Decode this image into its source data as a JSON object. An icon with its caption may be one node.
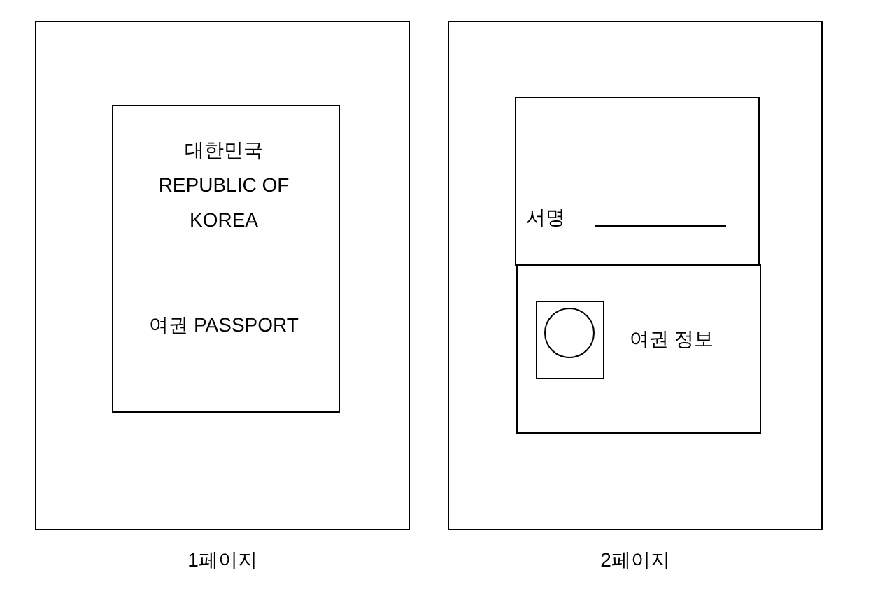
{
  "diagram": {
    "nodes": [
      {
        "text": [],
        "shape": "box",
        "beside": [
          "1페이지"
        ]
      },
      {
        "text": [
          "대한민국 REPUBLIC OF KOREA",
          "여권 PASSPORT"
        ],
        "in": 0
      },
      {
        "text": [],
        "shape": "box",
        "beside": [
          "2페이지"
        ]
      },
      {
        "text": [
          "서명"
        ],
        "in": 2
      },
      {
        "text": [
          "여권 정보"
        ],
        "in": 2
      },
      {
        "text": [],
        "shape": "box",
        "in": 4
      },
      {
        "text": [],
        "shape": "circle",
        "in": 5
      }
    ]
  }
}
